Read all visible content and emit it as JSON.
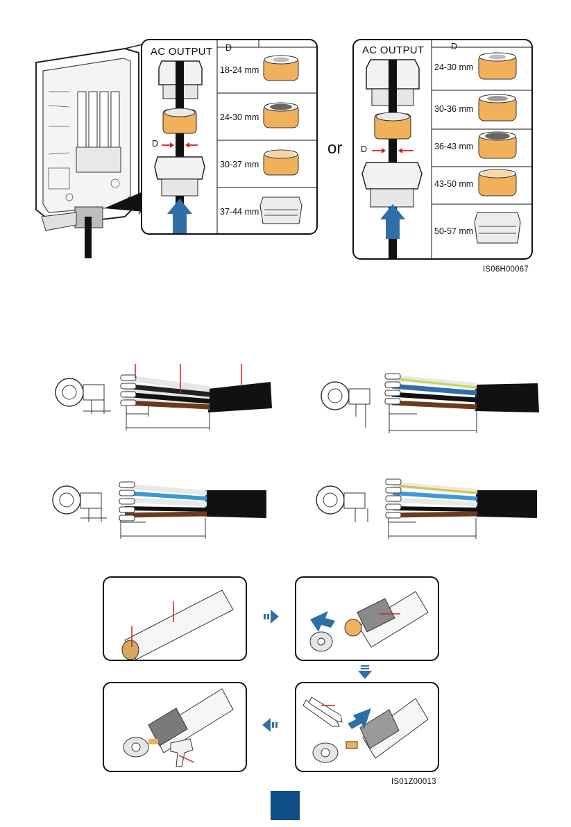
{
  "gland_left": {
    "title": "AC OUTPUT",
    "col_header": "D",
    "d_marker": "D",
    "ranges": [
      "18-24 mm",
      "24-30 mm",
      "30-37 mm",
      "37-44 mm"
    ]
  },
  "or_label": "or",
  "gland_right": {
    "title": "AC OUTPUT",
    "col_header": "D",
    "d_marker": "D",
    "ranges": [
      "24-30 mm",
      "30-36 mm",
      "36-43 mm",
      "43-50 mm",
      "50-57 mm"
    ]
  },
  "figure_codes": {
    "glands": "IS06H00067",
    "crimp": "IS01Z00013"
  },
  "page_number": "",
  "colors": {
    "accent_blue": "#2f6fa8",
    "seal_orange": "#f0b15a",
    "leader_red": "#d11f1f",
    "page_badge": "#0d4f86"
  }
}
